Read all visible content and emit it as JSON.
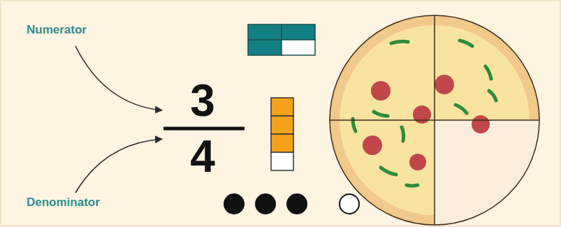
{
  "diagram": {
    "labels": [
      "Numerator",
      "3",
      "4",
      "Denominator"
    ]
  }
}
